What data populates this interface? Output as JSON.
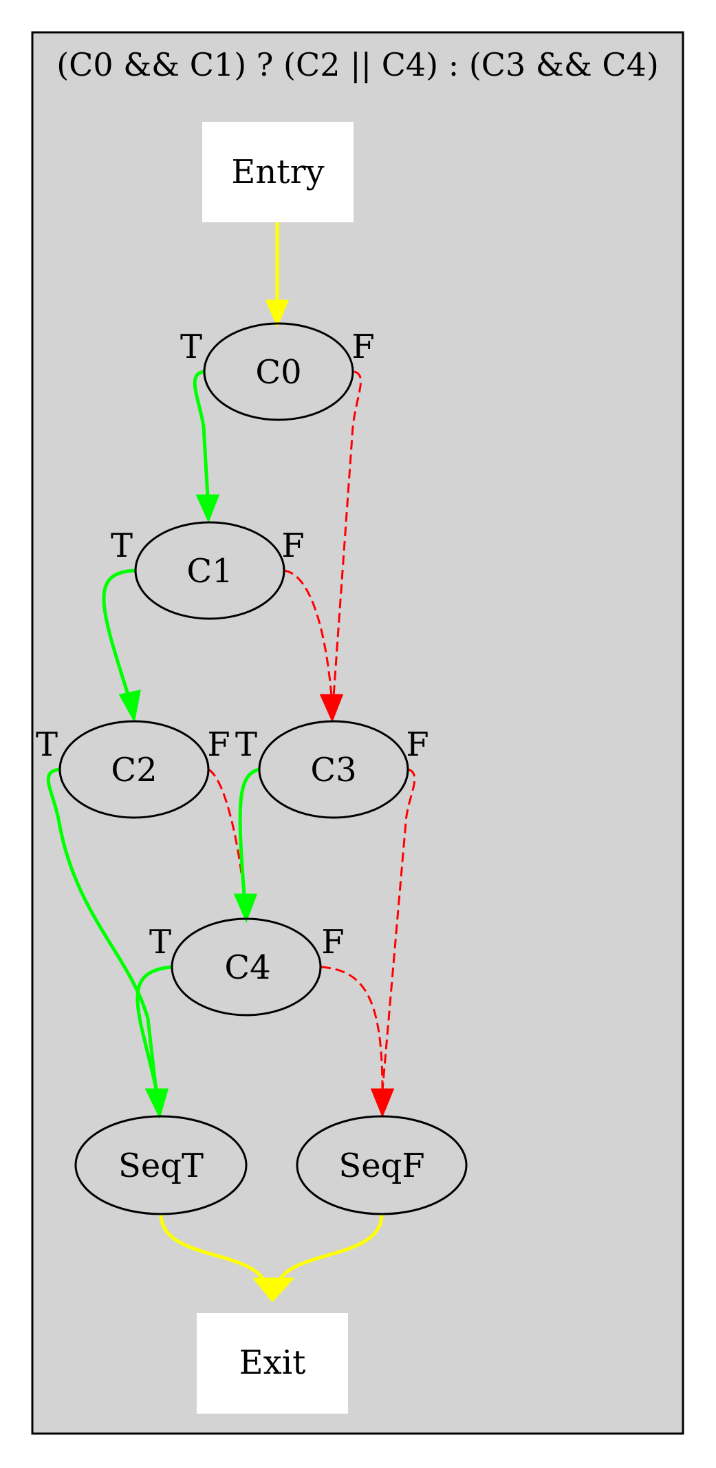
{
  "cluster": {
    "label": "(C0 && C1) ? (C2 || C4) : (C3 && C4)",
    "fill": "#d3d3d3",
    "stroke": "#000000"
  },
  "nodes": {
    "entry": {
      "label": "Entry",
      "shape": "box",
      "fill": "#ffffff"
    },
    "c0": {
      "label": "C0",
      "shape": "ellipse"
    },
    "c1": {
      "label": "C1",
      "shape": "ellipse"
    },
    "c2": {
      "label": "C2",
      "shape": "ellipse"
    },
    "c3": {
      "label": "C3",
      "shape": "ellipse"
    },
    "c4": {
      "label": "C4",
      "shape": "ellipse"
    },
    "seqt": {
      "label": "SeqT",
      "shape": "ellipse"
    },
    "seqf": {
      "label": "SeqF",
      "shape": "ellipse"
    },
    "exit": {
      "label": "Exit",
      "shape": "box",
      "fill": "#ffffff"
    }
  },
  "edge_labels": {
    "true": "T",
    "false": "F"
  },
  "edges": [
    {
      "from": "Entry",
      "to": "C0",
      "kind": "sequence"
    },
    {
      "from": "C0",
      "to": "C1",
      "kind": "true"
    },
    {
      "from": "C0",
      "to": "C3",
      "kind": "false"
    },
    {
      "from": "C1",
      "to": "C2",
      "kind": "true"
    },
    {
      "from": "C1",
      "to": "C3",
      "kind": "false"
    },
    {
      "from": "C2",
      "to": "SeqT",
      "kind": "true"
    },
    {
      "from": "C2",
      "to": "C4",
      "kind": "false"
    },
    {
      "from": "C3",
      "to": "C4",
      "kind": "true"
    },
    {
      "from": "C3",
      "to": "SeqF",
      "kind": "false"
    },
    {
      "from": "C4",
      "to": "SeqT",
      "kind": "true"
    },
    {
      "from": "C4",
      "to": "SeqF",
      "kind": "false"
    },
    {
      "from": "SeqT",
      "to": "Exit",
      "kind": "sequence"
    },
    {
      "from": "SeqF",
      "to": "Exit",
      "kind": "sequence"
    }
  ],
  "colors": {
    "true_edge": "#00ff00",
    "false_edge": "#ff0000",
    "sequence_edge": "#ffff00",
    "outline": "#000000"
  }
}
